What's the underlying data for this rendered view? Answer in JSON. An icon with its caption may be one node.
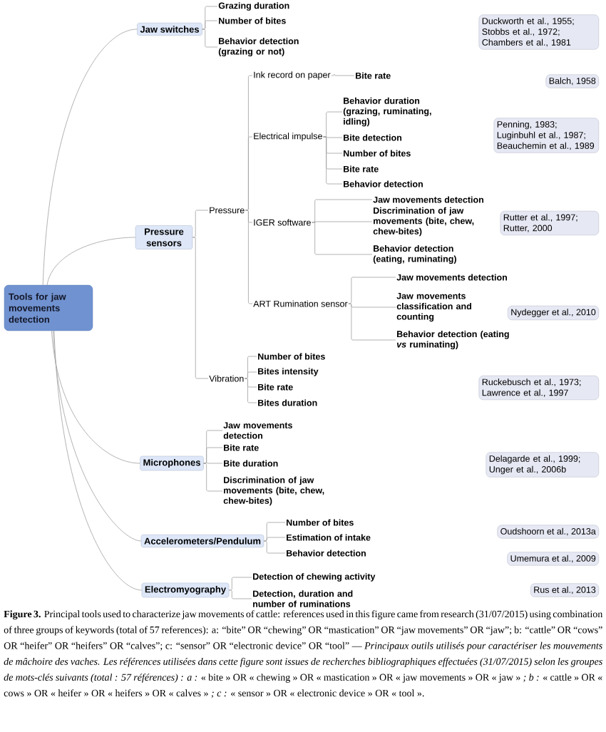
{
  "diagram": {
    "nodes": [
      {
        "text": [
          "Tools for jaw movements detection"
        ]
      },
      {
        "text": [
          "Jaw switches"
        ]
      },
      {
        "text": [
          "Grazing duration"
        ]
      },
      {
        "text": [
          "Number of bites"
        ]
      },
      {
        "text": [
          "Behavior detection (grazing or not)"
        ]
      },
      {
        "text": [
          "Duckworth et al., 1955; Stobbs et al., 1972; Chambers et al., 1981"
        ]
      },
      {
        "text": [
          "Pressure sensors"
        ]
      },
      {
        "text": [
          "Pressure"
        ]
      },
      {
        "text": [
          "Ink record on paper"
        ]
      },
      {
        "text": [
          "Bite rate"
        ]
      },
      {
        "text": [
          "Balch, 1958"
        ]
      },
      {
        "text": [
          "Electrical impulse"
        ]
      },
      {
        "text": [
          "Behavior duration (grazing, ruminating, idling)"
        ]
      },
      {
        "text": [
          "Bite detection"
        ]
      },
      {
        "text": [
          "Number of bites"
        ]
      },
      {
        "text": [
          "Bite rate"
        ]
      },
      {
        "text": [
          "Behavior detection"
        ]
      },
      {
        "text": [
          "Penning, 1983; Luginbuhl et al., 1987; Beauchemin et al., 1989"
        ]
      },
      {
        "text": [
          "IGER software"
        ]
      },
      {
        "text": [
          "Jaw movements detection"
        ]
      },
      {
        "text": [
          "Discrimination of jaw movements (bite, chew, chew-bites)"
        ]
      },
      {
        "text": [
          "Behavior detection (eating, ruminating)"
        ]
      },
      {
        "text": [
          "Rutter et al., 1997; Rutter, 2000"
        ]
      },
      {
        "text": [
          "ART Rumination sensor"
        ]
      },
      {
        "text": [
          "Jaw movements detection"
        ]
      },
      {
        "text": [
          "Jaw movements classification and counting"
        ]
      },
      {
        "text": [
          "Behavior detection (eating *vs* ruminating)"
        ]
      },
      {
        "text": [
          "Nydegger et al., 2010"
        ]
      },
      {
        "text": [
          "Vibration"
        ]
      },
      {
        "text": [
          "Number of bites"
        ]
      },
      {
        "text": [
          "Bites intensity"
        ]
      },
      {
        "text": [
          "Bite rate"
        ]
      },
      {
        "text": [
          "Bites duration"
        ]
      },
      {
        "text": [
          "Ruckebusch et al., 1973; Lawrence et al., 1997"
        ]
      },
      {
        "text": [
          "Microphones"
        ]
      },
      {
        "text": [
          "Jaw movements detection"
        ]
      },
      {
        "text": [
          "Bite rate"
        ]
      },
      {
        "text": [
          "Bite duration"
        ]
      },
      {
        "text": [
          "Discrimination of jaw movements (bite, chew, chew-bites)"
        ]
      },
      {
        "text": [
          "Delagarde et al., 1999; Unger et al., 2006b"
        ]
      },
      {
        "text": [
          "Accelerometers/Pendulum"
        ]
      },
      {
        "text": [
          "Number of bites"
        ]
      },
      {
        "text": [
          "Estimation of intake"
        ]
      },
      {
        "text": [
          "Behavior detection"
        ]
      },
      {
        "text": [
          "Oudshoorn et al., 2013a"
        ]
      },
      {
        "text": [
          "Umemura et al., 2009"
        ]
      },
      {
        "text": [
          "Electromyography"
        ]
      },
      {
        "text": [
          "Detection of chewing activity"
        ]
      },
      {
        "text": [
          "Detection, duration and number of ruminations"
        ]
      },
      {
        "text": [
          "Rus et al., 2013"
        ]
      }
    ],
    "edges": [
      {
        "from": 0,
        "to": 1,
        "arrow": "none"
      },
      {
        "from": 0,
        "to": 6,
        "arrow": "none"
      },
      {
        "from": 0,
        "to": 34,
        "arrow": "none"
      },
      {
        "from": 0,
        "to": 40,
        "arrow": "none"
      },
      {
        "from": 0,
        "to": 46,
        "arrow": "none"
      },
      {
        "from": 1,
        "to": 2,
        "arrow": "none"
      },
      {
        "from": 1,
        "to": 3,
        "arrow": "none"
      },
      {
        "from": 1,
        "to": 4,
        "arrow": "none"
      },
      {
        "from": 6,
        "to": 7,
        "arrow": "none"
      },
      {
        "from": 6,
        "to": 28,
        "arrow": "none"
      },
      {
        "from": 7,
        "to": 8,
        "arrow": "none"
      },
      {
        "from": 7,
        "to": 11,
        "arrow": "none"
      },
      {
        "from": 7,
        "to": 18,
        "arrow": "none"
      },
      {
        "from": 7,
        "to": 23,
        "arrow": "none"
      },
      {
        "from": 8,
        "to": 9,
        "arrow": "none"
      },
      {
        "from": 11,
        "to": 12,
        "arrow": "none"
      },
      {
        "from": 11,
        "to": 13,
        "arrow": "none"
      },
      {
        "from": 11,
        "to": 14,
        "arrow": "none"
      },
      {
        "from": 11,
        "to": 15,
        "arrow": "none"
      },
      {
        "from": 11,
        "to": 16,
        "arrow": "none"
      },
      {
        "from": 18,
        "to": 19,
        "arrow": "none"
      },
      {
        "from": 18,
        "to": 20,
        "arrow": "none"
      },
      {
        "from": 18,
        "to": 21,
        "arrow": "none"
      },
      {
        "from": 23,
        "to": 24,
        "arrow": "none"
      },
      {
        "from": 23,
        "to": 25,
        "arrow": "none"
      },
      {
        "from": 23,
        "to": 26,
        "arrow": "none"
      },
      {
        "from": 28,
        "to": 29,
        "arrow": "none"
      },
      {
        "from": 28,
        "to": 30,
        "arrow": "none"
      },
      {
        "from": 28,
        "to": 31,
        "arrow": "none"
      },
      {
        "from": 28,
        "to": 32,
        "arrow": "none"
      },
      {
        "from": 34,
        "to": 35,
        "arrow": "none"
      },
      {
        "from": 34,
        "to": 36,
        "arrow": "none"
      },
      {
        "from": 34,
        "to": 37,
        "arrow": "none"
      },
      {
        "from": 34,
        "to": 38,
        "arrow": "none"
      },
      {
        "from": 40,
        "to": 41,
        "arrow": "none"
      },
      {
        "from": 40,
        "to": 42,
        "arrow": "none"
      },
      {
        "from": 40,
        "to": 43,
        "arrow": "none"
      },
      {
        "from": 46,
        "to": 47,
        "arrow": "none"
      },
      {
        "from": 46,
        "to": 48,
        "arrow": "none"
      }
    ],
    "caption": "**Figure 3.** Principal tools used to characterize jaw movements of cattle: references used in this figure came from research (31/07/2015) using combination of three groups of keywords (total of 57 references): a: “bite” OR “chewing” OR “mastication” OR “jaw movements” OR “jaw”; b: “cattle” OR “cows” OR “heifer” OR “heifers” OR “calves”; c: “sensor” OR “electronic device” OR “tool” — *Principaux outils utilisés pour caractériser les mouvements de mâchoire des vaches. Les références utilisées dans cette figure sont issues de recherches bibliographiques effectuées (31/07/2015) selon les groupes de mots-clés suivants (total : 57 références) : a :* « bite » OR « chewing » OR « mastication » OR « jaw movements » OR « jaw » *; b :* « cattle » OR « cows » OR « heifer » OR « heifers » OR « calves » *; c :* « sensor » OR « electronic device » OR « tool »."
  }
}
